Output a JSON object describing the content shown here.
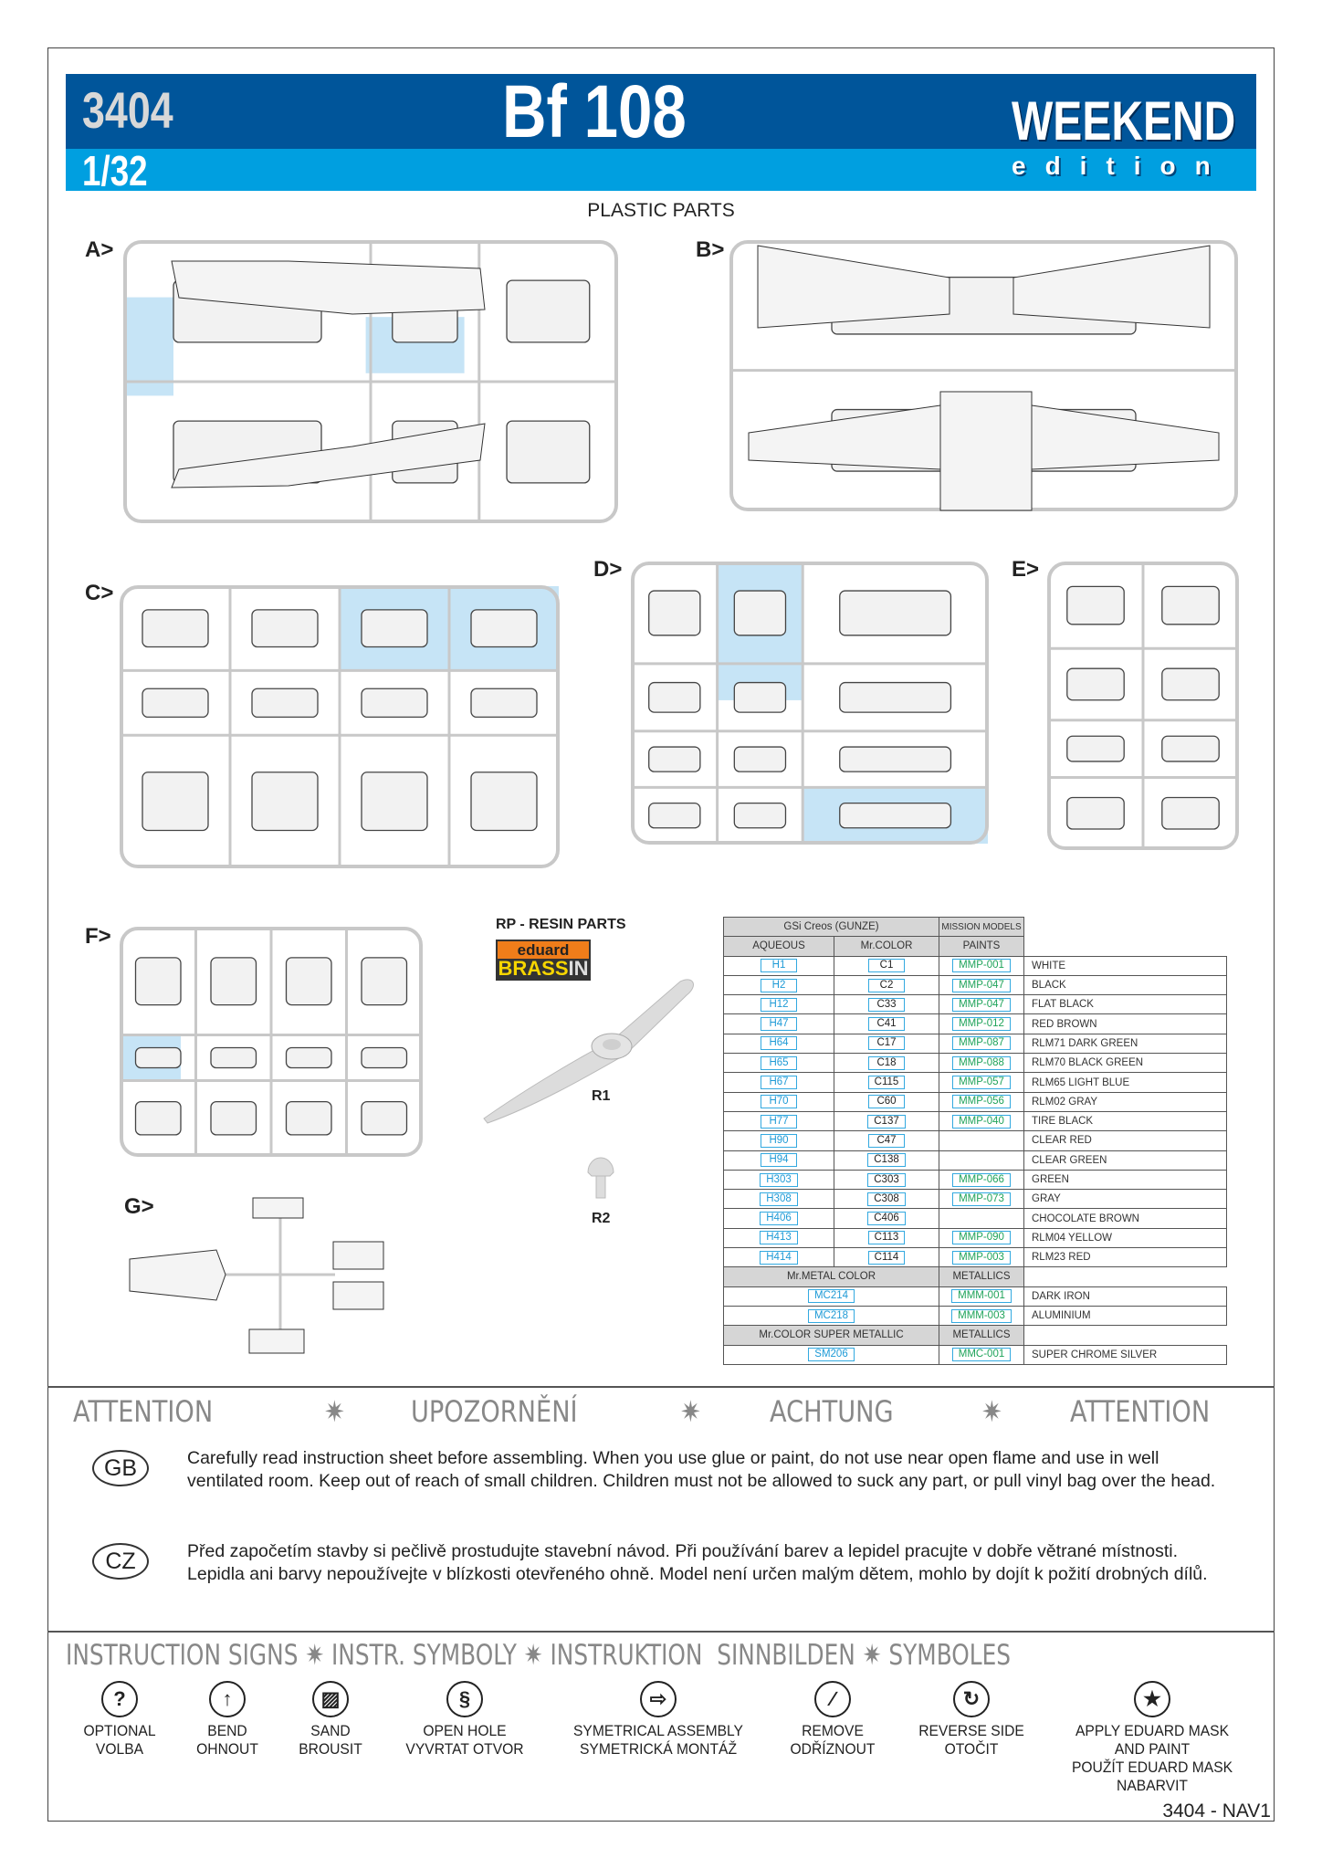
{
  "header": {
    "kit_number": "3404",
    "scale": "1/32",
    "title": "Bf 108",
    "series": "WEEKEND",
    "series_sub": "edition",
    "colors": {
      "dark": "#00559a",
      "light": "#009fe0"
    }
  },
  "plastic_parts": {
    "title": "PLASTIC PARTS",
    "sprues": [
      "A>",
      "B>",
      "C>",
      "D>",
      "E>",
      "F>",
      "G>"
    ]
  },
  "resin": {
    "title": "RP - RESIN PARTS",
    "logo_top": "eduard",
    "logo_bottom_a": "BRASS",
    "logo_bottom_b": "IN",
    "parts": [
      "R1",
      "R2"
    ]
  },
  "paints": {
    "header_group": "GSi Creos (GUNZE)",
    "header_mm": "MISSION MODELS",
    "col_aqueous": "AQUEOUS",
    "col_mrcolor": "Mr.COLOR",
    "col_paints": "PAINTS",
    "rows": [
      {
        "aq": "H1",
        "mc": "C1",
        "mm": "MMP-001",
        "name": "WHITE"
      },
      {
        "aq": "H2",
        "mc": "C2",
        "mm": "MMP-047",
        "name": "BLACK"
      },
      {
        "aq": "H12",
        "mc": "C33",
        "mm": "MMP-047",
        "name": "FLAT BLACK"
      },
      {
        "aq": "H47",
        "mc": "C41",
        "mm": "MMP-012",
        "name": "RED BROWN"
      },
      {
        "aq": "H64",
        "mc": "C17",
        "mm": "MMP-087",
        "name": "RLM71 DARK GREEN"
      },
      {
        "aq": "H65",
        "mc": "C18",
        "mm": "MMP-088",
        "name": "RLM70 BLACK GREEN"
      },
      {
        "aq": "H67",
        "mc": "C115",
        "mm": "MMP-057",
        "name": "RLM65 LIGHT BLUE"
      },
      {
        "aq": "H70",
        "mc": "C60",
        "mm": "MMP-056",
        "name": "RLM02 GRAY"
      },
      {
        "aq": "H77",
        "mc": "C137",
        "mm": "MMP-040",
        "name": "TIRE BLACK"
      },
      {
        "aq": "H90",
        "mc": "C47",
        "mm": "",
        "name": "CLEAR RED"
      },
      {
        "aq": "H94",
        "mc": "C138",
        "mm": "",
        "name": "CLEAR GREEN"
      },
      {
        "aq": "H303",
        "mc": "C303",
        "mm": "MMP-066",
        "name": "GREEN"
      },
      {
        "aq": "H308",
        "mc": "C308",
        "mm": "MMP-073",
        "name": "GRAY"
      },
      {
        "aq": "H406",
        "mc": "C406",
        "mm": "",
        "name": "CHOCOLATE BROWN"
      },
      {
        "aq": "H413",
        "mc": "C113",
        "mm": "MMP-090",
        "name": "RLM04 YELLOW"
      },
      {
        "aq": "H414",
        "mc": "C114",
        "mm": "MMP-003",
        "name": "RLM23 RED"
      }
    ],
    "metal_header": "Mr.METAL COLOR",
    "metal_mm_header": "METALLICS",
    "metal_rows": [
      {
        "code": "MC214",
        "mm": "MMM-001",
        "name": "DARK IRON"
      },
      {
        "code": "MC218",
        "mm": "MMM-003",
        "name": "ALUMINIUM"
      }
    ],
    "super_header": "Mr.COLOR SUPER METALLIC",
    "super_mm_header": "METALLICS",
    "super_rows": [
      {
        "code": "SM206",
        "mm": "MMC-001",
        "name": "SUPER CHROME SILVER"
      }
    ]
  },
  "attention": {
    "headings": [
      "ATTENTION",
      "UPOZORNĚNÍ",
      "ACHTUNG",
      "ATTENTION"
    ],
    "separator": "✷",
    "gb_badge": "GB",
    "gb_text": "Carefully read instruction sheet before assembling. When you use glue or paint, do not use near open flame and use in well ventilated room. Keep out of reach of small children. Children must not be allowed to suck any part, or pull vinyl bag over the head.",
    "cz_badge": "CZ",
    "cz_text": "Před započetím stavby si pečlivě prostudujte stavební návod. Při používání barev a lepidel pracujte v dobře větrané místnosti. Lepidla ani barvy nepoužívejte v blízkosti otevřeného ohně. Model není určen malým dětem, mohlo by dojít k požití drobných dílů."
  },
  "instruction_signs": {
    "heading": "INSTRUCTION SIGNS ✷ INSTR. SYMBOLY ✷ INSTRUKTION  SINNBILDEN ✷ SYMBOLES",
    "items": [
      {
        "icon": "question-icon",
        "glyph": "?",
        "en": "OPTIONAL",
        "cz": "VOLBA"
      },
      {
        "icon": "bend-arrow-icon",
        "glyph": "↑",
        "en": "BEND",
        "cz": "OHNOUT"
      },
      {
        "icon": "sand-icon",
        "glyph": "▨",
        "en": "SAND",
        "cz": "BROUSIT"
      },
      {
        "icon": "drill-icon",
        "glyph": "§",
        "en": "OPEN HOLE",
        "cz": "VYVRTAT OTVOR"
      },
      {
        "icon": "symmetric-arrow-icon",
        "glyph": "⇨",
        "en": "SYMETRICAL ASSEMBLY",
        "cz": "SYMETRICKÁ MONTÁŽ"
      },
      {
        "icon": "knife-icon",
        "glyph": "∕",
        "en": "REMOVE",
        "cz": "ODŘÍZNOUT"
      },
      {
        "icon": "reverse-icon",
        "glyph": "↻",
        "en": "REVERSE SIDE",
        "cz": "OTOČIT"
      },
      {
        "icon": "mask-star-icon",
        "glyph": "★",
        "en": "APPLY EDUARD MASK AND PAINT",
        "cz": "POUŽÍT EDUARD MASK NABARVIT"
      }
    ]
  },
  "footer": {
    "code": "3404 - NAV1"
  }
}
